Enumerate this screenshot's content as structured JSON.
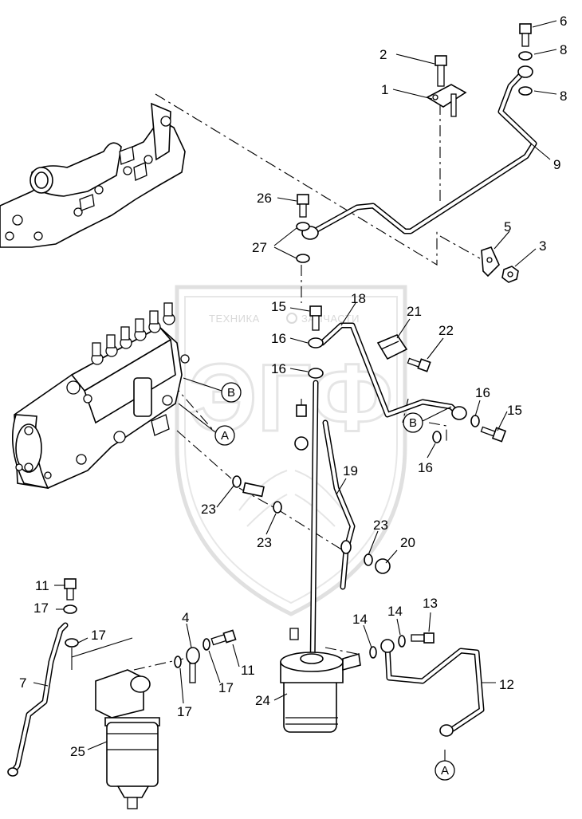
{
  "watermark": {
    "left_text": "ТЕХНИКА",
    "right_text": "ЗАПЧАСТИ",
    "logo_letters": "ЭГФ"
  },
  "callouts": [
    {
      "id": "c1",
      "label": "1"
    },
    {
      "id": "c2",
      "label": "2"
    },
    {
      "id": "c3",
      "label": "3"
    },
    {
      "id": "c4",
      "label": "4"
    },
    {
      "id": "c5",
      "label": "5"
    },
    {
      "id": "c6",
      "label": "6"
    },
    {
      "id": "c7",
      "label": "7"
    },
    {
      "id": "c8a",
      "label": "8"
    },
    {
      "id": "c8b",
      "label": "8"
    },
    {
      "id": "c9",
      "label": "9"
    },
    {
      "id": "c11a",
      "label": "11"
    },
    {
      "id": "c11b",
      "label": "11"
    },
    {
      "id": "c12",
      "label": "12"
    },
    {
      "id": "c13",
      "label": "13"
    },
    {
      "id": "c14a",
      "label": "14"
    },
    {
      "id": "c14b",
      "label": "14"
    },
    {
      "id": "c15a",
      "label": "15"
    },
    {
      "id": "c15b",
      "label": "15"
    },
    {
      "id": "c16a",
      "label": "16"
    },
    {
      "id": "c16b",
      "label": "16"
    },
    {
      "id": "c16c",
      "label": "16"
    },
    {
      "id": "c16d",
      "label": "16"
    },
    {
      "id": "c17a",
      "label": "17"
    },
    {
      "id": "c17b",
      "label": "17"
    },
    {
      "id": "c17c",
      "label": "17"
    },
    {
      "id": "c17d",
      "label": "17"
    },
    {
      "id": "c18",
      "label": "18"
    },
    {
      "id": "c19",
      "label": "19"
    },
    {
      "id": "c20",
      "label": "20"
    },
    {
      "id": "c21",
      "label": "21"
    },
    {
      "id": "c22",
      "label": "22"
    },
    {
      "id": "c23a",
      "label": "23"
    },
    {
      "id": "c23b",
      "label": "23"
    },
    {
      "id": "c23c",
      "label": "23"
    },
    {
      "id": "c24",
      "label": "24"
    },
    {
      "id": "c25",
      "label": "25"
    },
    {
      "id": "c26",
      "label": "26"
    },
    {
      "id": "c27",
      "label": "27"
    }
  ],
  "connectors": [
    {
      "id": "cB1",
      "label": "B"
    },
    {
      "id": "cA1",
      "label": "A"
    },
    {
      "id": "cB2",
      "label": "B"
    },
    {
      "id": "cA2",
      "label": "A"
    }
  ]
}
